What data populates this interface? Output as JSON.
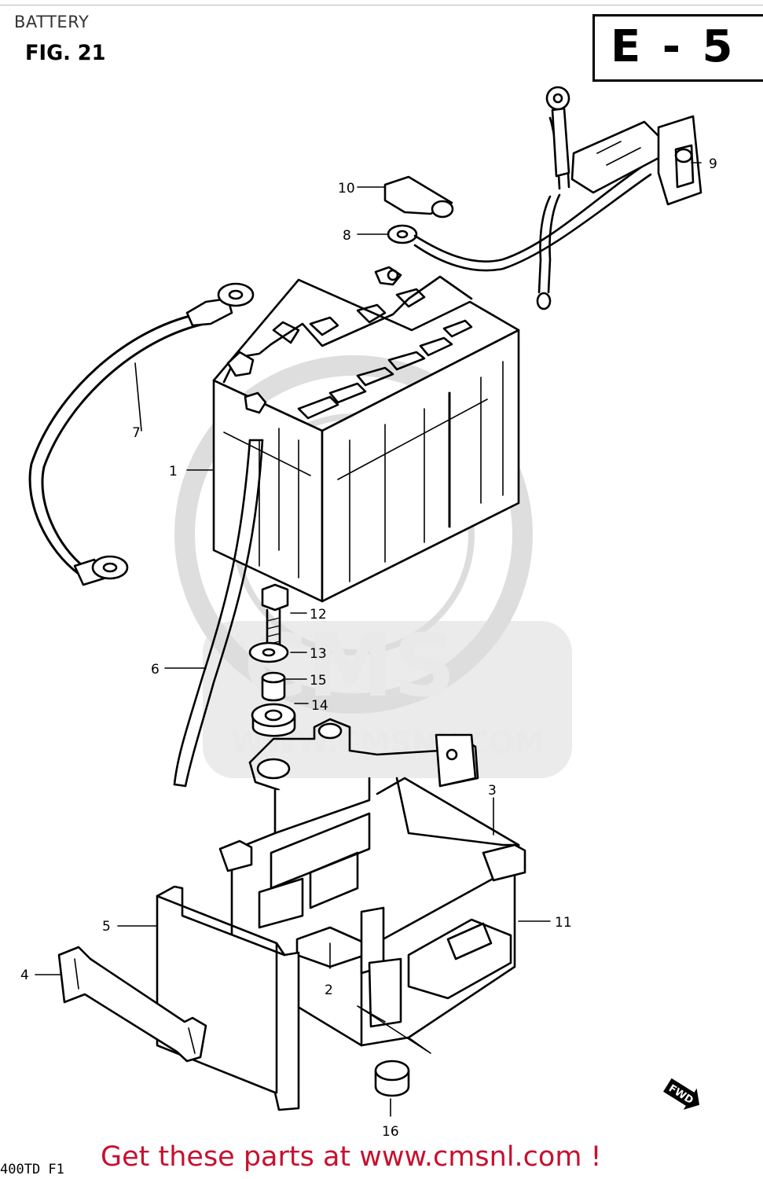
{
  "header": {
    "section_title": "BATTERY",
    "figure_label": "FIG. 21",
    "diagram_code": "E - 5"
  },
  "diagram": {
    "callouts": [
      {
        "id": "1",
        "label": "1"
      },
      {
        "id": "2",
        "label": "2"
      },
      {
        "id": "3",
        "label": "3"
      },
      {
        "id": "4",
        "label": "4"
      },
      {
        "id": "5",
        "label": "5"
      },
      {
        "id": "6",
        "label": "6"
      },
      {
        "id": "7",
        "label": "7"
      },
      {
        "id": "8",
        "label": "8"
      },
      {
        "id": "9",
        "label": "9"
      },
      {
        "id": "10",
        "label": "10"
      },
      {
        "id": "11",
        "label": "11"
      },
      {
        "id": "12",
        "label": "12"
      },
      {
        "id": "13",
        "label": "13"
      },
      {
        "id": "14",
        "label": "14"
      },
      {
        "id": "15",
        "label": "15"
      },
      {
        "id": "16",
        "label": "16"
      }
    ],
    "direction_badge": "FWD",
    "watermark_text": "CMS",
    "watermark_url": "WWW.CMSNL.COM"
  },
  "footer": {
    "model_code": "400TD F1",
    "link_text": "Get these parts at www.cmsnl.com !",
    "link_color": "#c8102e"
  }
}
